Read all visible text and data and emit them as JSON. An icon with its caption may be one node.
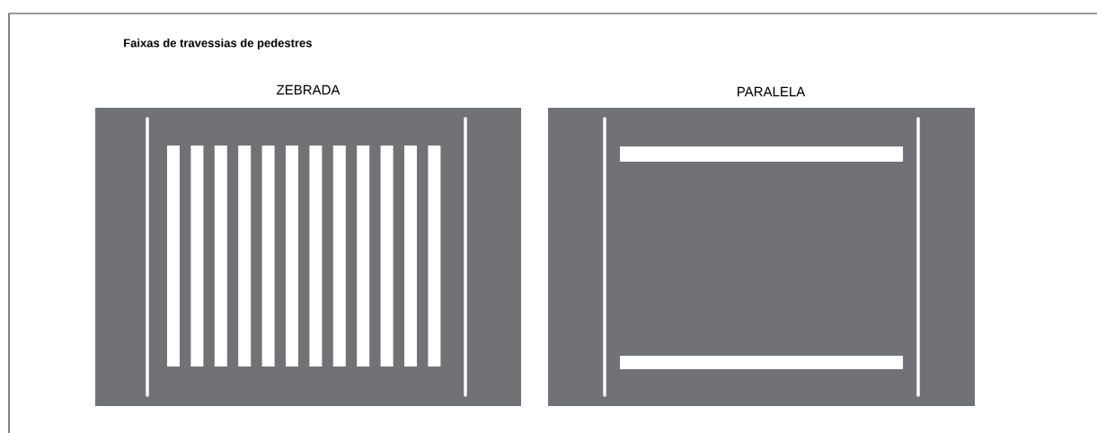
{
  "diagram": {
    "title": "Faixas de travessias de pedestres",
    "nodes": [
      {
        "text": [
          "ZEBRADA"
        ]
      },
      {
        "text": [
          "PARALELA"
        ]
      }
    ]
  }
}
